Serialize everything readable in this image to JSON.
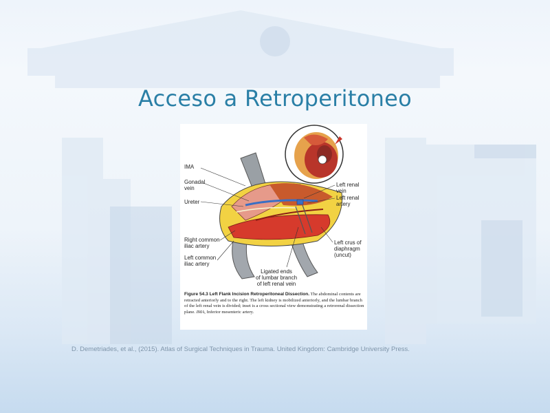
{
  "slide": {
    "title": "Acceso a Retroperitoneo",
    "citation": "D. Demetriades, et al., (2015). Atlas of Surgical Techniques in Trauma. United Kingdom: Cambridge University Press."
  },
  "figure": {
    "labels": {
      "ima": "IMA",
      "gonadal_vein": "Gonadal\nvein",
      "ureter": "Ureter",
      "right_common_iliac": "Right common\niliac artery",
      "left_common_iliac": "Left common\niliac artery",
      "left_renal_vein": "Left renal\nvein",
      "left_renal_artery": "Left renal\nartery",
      "left_crus": "Left crus of\ndiaphragm\n(uncut)",
      "ligated_ends": "Ligated ends\nof lumbar branch\nof left renal vein"
    },
    "caption": {
      "figure_label": "Figure 54.3 Left Flank Incision Retroperitoneal Dissection.",
      "text": " The abdominal contents are retracted anteriorly and to the right. The left kidney is mobilized anteriorly, and the lumbar branch of the left renal vein is divided; inset is a cross sectional view demonstrating a retrorenal dissection plane. ",
      "abbrev_term": "IMA",
      "abbrev_def": ", Inferior mesenteric artery."
    }
  },
  "colors": {
    "title": "#2a7fa6",
    "citation": "#7f95aa",
    "aorta": "#d63a2c",
    "fat": "#f2d243",
    "vein": "#3a6fc4"
  }
}
